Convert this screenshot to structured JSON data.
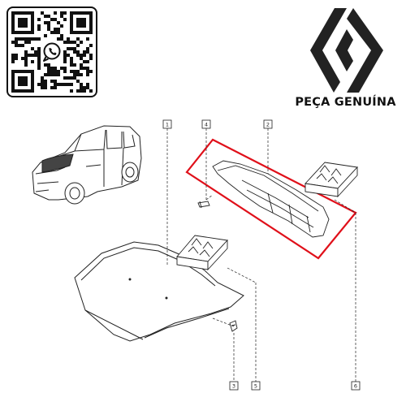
{
  "brand": {
    "label": "PEÇA GENUÍNA"
  },
  "diagram": {
    "callouts": [
      "1",
      "2",
      "3",
      "4",
      "5",
      "6"
    ]
  },
  "colors": {
    "highlight": "#e0101a",
    "ink": "#222222"
  },
  "icons": [
    "qr-code-icon",
    "whatsapp-icon",
    "renault-logo-icon"
  ]
}
